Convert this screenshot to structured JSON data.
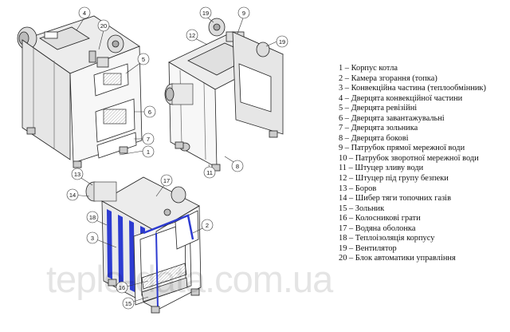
{
  "legend": [
    "1 – Корпус котла",
    "2 – Камера згорання (топка)",
    "3 – Конвекційна частина (теплообмінник)",
    "4 – Дверцята конвекційної частини",
    "5 – Дверцята ревізійні",
    "6 – Дверцята завантажувальні",
    "7 – Дверцята зольника",
    "8 – Дверцята бокові",
    "9 – Патрубок прямої мережної води",
    "10 – Патрубок зворотної мережної води",
    "11 – Штуцер зливу води",
    "12 – Штуцер під групу безпеки",
    "13 – Боров",
    "14 – Шибер тяги топочних газів",
    "15 – Зольник",
    "16 – Колосникові грати",
    "17 – Водяна оболонка",
    "18 – Теплоізоляція корпусу",
    "19 – Вентилятор",
    "20 – Блок автоматики управління"
  ],
  "callouts": {
    "front": [
      "4",
      "20",
      "5",
      "6",
      "7",
      "1"
    ],
    "rear": [
      "19",
      "9",
      "12",
      "19",
      "8",
      "11"
    ],
    "section": [
      "13",
      "14",
      "18",
      "3",
      "17",
      "2",
      "16",
      "15"
    ]
  },
  "watermark": "teplo-data.com.ua",
  "colors": {
    "line": "#222222",
    "insulation": "#2d3bd1",
    "body": "#f2f2f2"
  }
}
